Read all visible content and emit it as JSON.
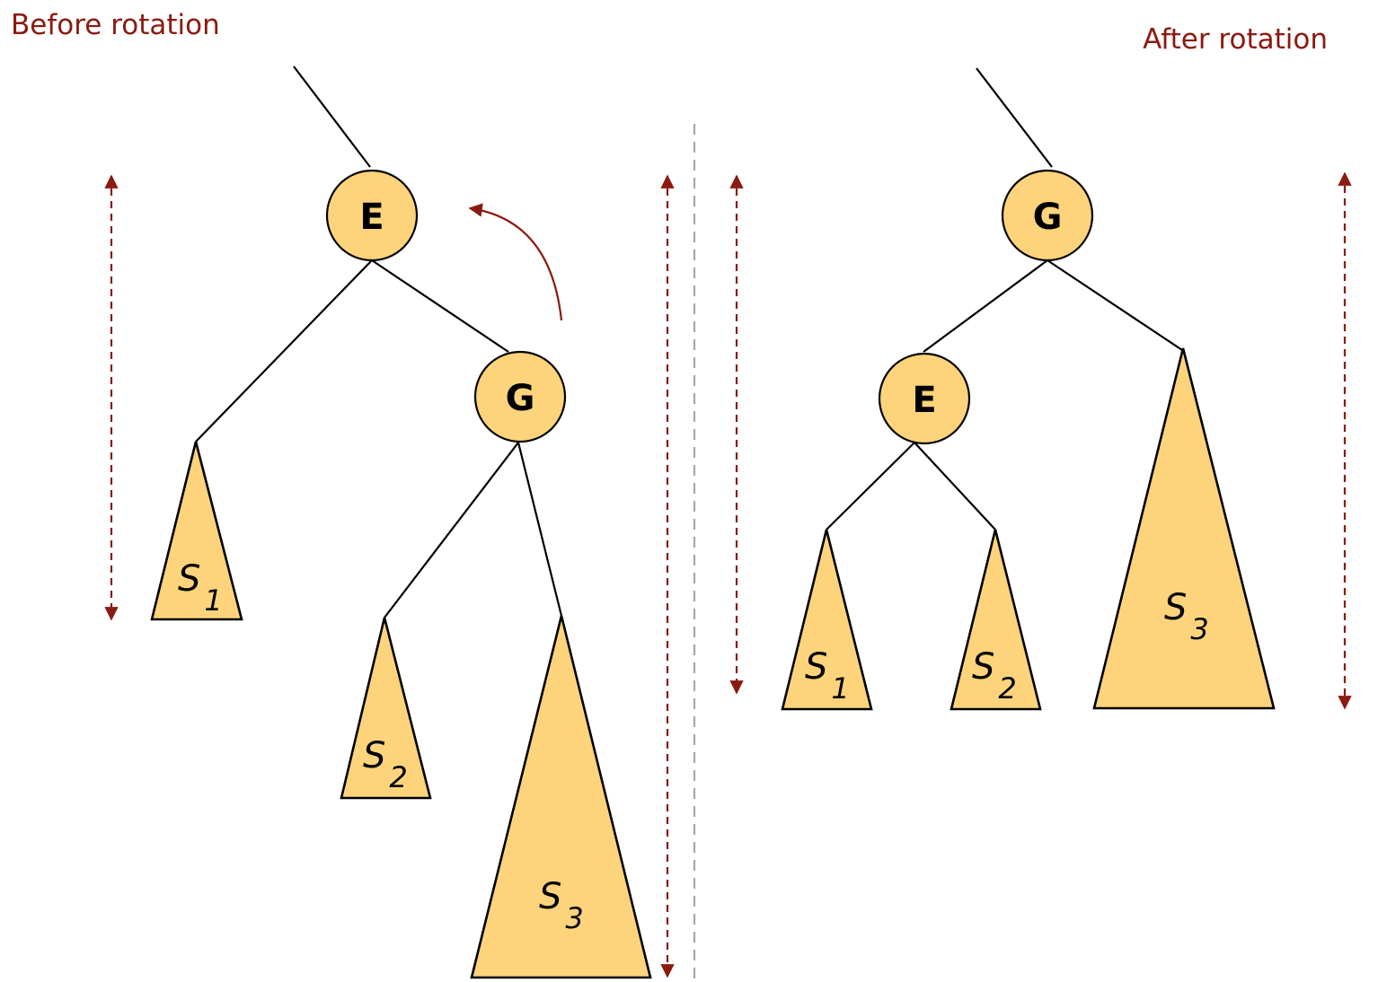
{
  "colors": {
    "accent": "#8b1a10",
    "fill": "#fdd47b",
    "stroke": "#000000",
    "divider": "#a8a8a8"
  },
  "before": {
    "title": "Before rotation",
    "root_label": "E",
    "child_label": "G",
    "subtrees": [
      {
        "letter": "S",
        "index": "1"
      },
      {
        "letter": "S",
        "index": "2"
      },
      {
        "letter": "S",
        "index": "3"
      }
    ]
  },
  "after": {
    "title": "After rotation",
    "root_label": "G",
    "child_label": "E",
    "subtrees": [
      {
        "letter": "S",
        "index": "1"
      },
      {
        "letter": "S",
        "index": "2"
      },
      {
        "letter": "S",
        "index": "3"
      }
    ]
  }
}
